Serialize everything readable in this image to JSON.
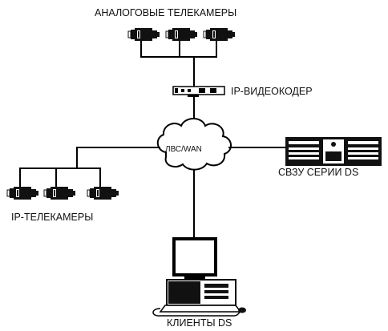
{
  "labels": {
    "analog_cameras": "АНАЛОГОВЫЕ ТЕЛЕКАМЕРЫ",
    "ip_encoder": "IP-ВИДЕОКОДЕР",
    "network": "ЛВС/WAN",
    "nvr": "СВЗУ СЕРИИ DS",
    "ip_cameras": "IP-ТЕЛЕКАМЕРЫ",
    "clients": "КЛИЕНТЫ DS"
  },
  "icons": {
    "analog_camera": "cctv-camera-icon",
    "encoder": "video-encoder-icon",
    "cloud": "network-cloud-icon",
    "nvr": "rack-server-icon",
    "ip_camera": "cctv-camera-icon",
    "client": "desktop-computer-icon"
  },
  "colors": {
    "stroke": "#000000",
    "background": "#ffffff"
  }
}
